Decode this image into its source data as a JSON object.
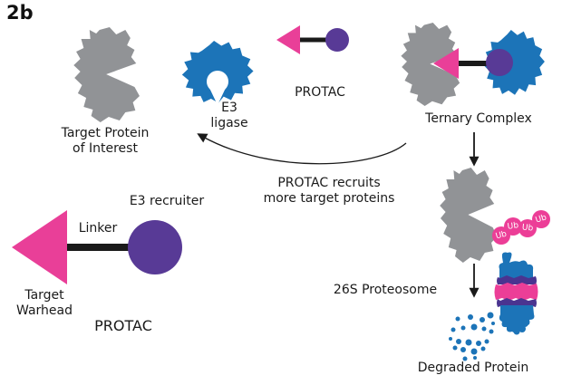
{
  "panel": {
    "label": "2b"
  },
  "colors": {
    "background": "#ffffff",
    "target_gray": "#919396",
    "ligase_blue": "#1C74B8",
    "warhead_pink": "#E93F98",
    "recruiter_purple": "#583A96",
    "ubiquitin_pink": "#EC3E97",
    "proteasome_blue": "#1C74B8",
    "proteasome_pink": "#EC3E97",
    "proteasome_purple": "#4A3490",
    "black": "#1a1a1a"
  },
  "diagram": {
    "target_protein": {
      "line1": "Target Protein",
      "line2": "of Interest"
    },
    "e3_ligase": {
      "line1": "E3",
      "line2": "ligase"
    },
    "protac_small": {
      "label": "PROTAC"
    },
    "ternary_complex": {
      "label": "Ternary Complex"
    },
    "recruit_annotation": {
      "line1": "PROTAC recruits",
      "line2": "more target proteins"
    },
    "protac_schematic": {
      "recruiter": "E3 recruiter",
      "linker": "Linker",
      "warhead_line1": "Target",
      "warhead_line2": "Warhead",
      "label": "PROTAC"
    },
    "ubiquitin_chain": [
      "Ub",
      "Ub",
      "Ub",
      "Ub"
    ],
    "proteasome": {
      "label": "26S Proteosome"
    },
    "degraded": {
      "label": "Degraded Protein"
    }
  }
}
